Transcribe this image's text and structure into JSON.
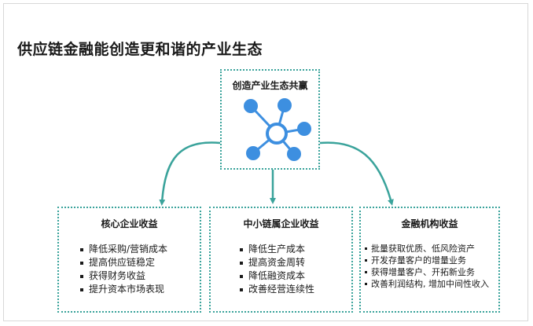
{
  "title": "供应链金融能创造更和谐的产业生态",
  "hub": {
    "title": "创造产业生态共赢",
    "icon": "network-hub-icon"
  },
  "cards": [
    {
      "title": "核心企业收益",
      "items": [
        "降低采购/营销成本",
        "提高供应链稳定",
        "获得财务收益",
        "提升资本市场表现"
      ]
    },
    {
      "title": "中小链属企业收益",
      "items": [
        "降低生产成本",
        "提高资金周转",
        "降低融资成本",
        "改善经营连续性"
      ]
    },
    {
      "title": "金融机构收益",
      "items": [
        "批量获取优质、低风险资产",
        "开发存量客户的增量业务",
        "获得增量客户、开拓新业务",
        "改善利润结构, 增加中间性收入"
      ]
    }
  ],
  "colors": {
    "accent": "#3aa39b",
    "node": "#3d8fe0",
    "node_edge": "#1e6fc2"
  }
}
